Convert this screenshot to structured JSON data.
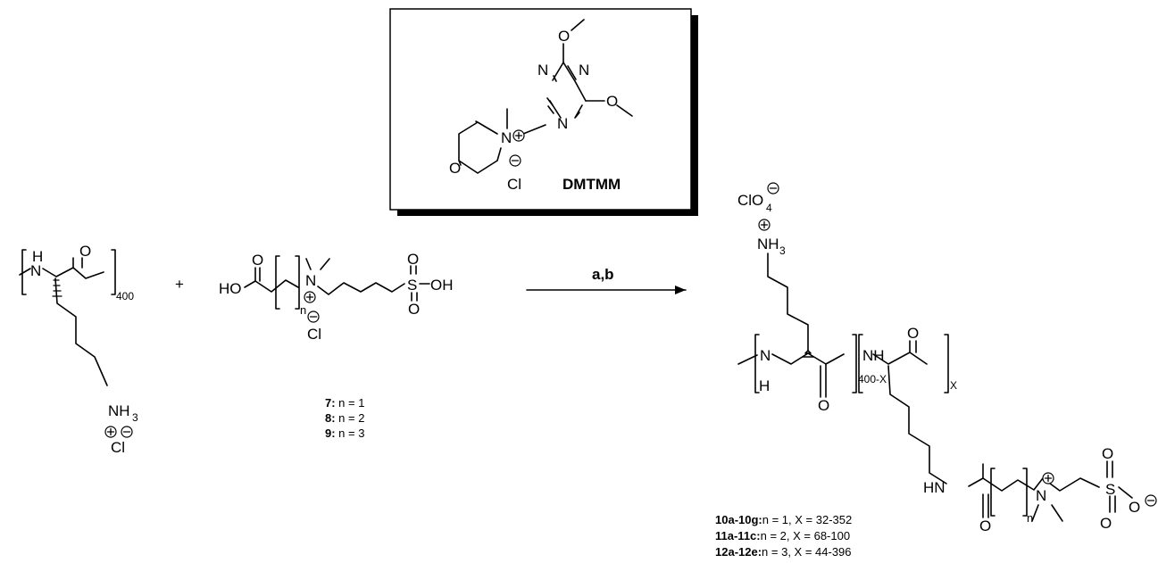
{
  "reagent_box": {
    "name": "DMTMM",
    "atoms": {
      "O": "O",
      "N": "N",
      "Cl": "Cl"
    }
  },
  "polylysine": {
    "atoms": {
      "H": "H",
      "N": "N",
      "O": "O",
      "NH": "NH",
      "sub_3": "3",
      "Cl": "Cl"
    },
    "repeat": "400"
  },
  "plus": "+",
  "sulfobetaine": {
    "atoms": {
      "HO": "HO",
      "O": "O",
      "N": "N",
      "S": "S",
      "OH": "OH",
      "Cl": "Cl"
    },
    "n": "n"
  },
  "compounds": [
    {
      "id": "7:",
      "text": " n = 1"
    },
    {
      "id": "8:",
      "text": " n = 2"
    },
    {
      "id": "9:",
      "text": " n = 3"
    }
  ],
  "arrow": {
    "conditions": "a,b"
  },
  "product": {
    "atoms": {
      "ClO": "ClO",
      "sub_4": "4",
      "NH": "NH",
      "sub_3": "3",
      "H": "H",
      "N": "N",
      "O": "O",
      "HN": "HN",
      "S": "S"
    },
    "repeat_1": "400-X",
    "repeat_2": "X",
    "n": "n"
  },
  "product_labels": [
    {
      "id": "10a-10g:",
      "text": "n = 1, X = 32-352"
    },
    {
      "id": "11a-11c:",
      "text": "n = 2, X = 68-100"
    },
    {
      "id": "12a-12e:",
      "text": "n = 3, X = 44-396"
    }
  ]
}
